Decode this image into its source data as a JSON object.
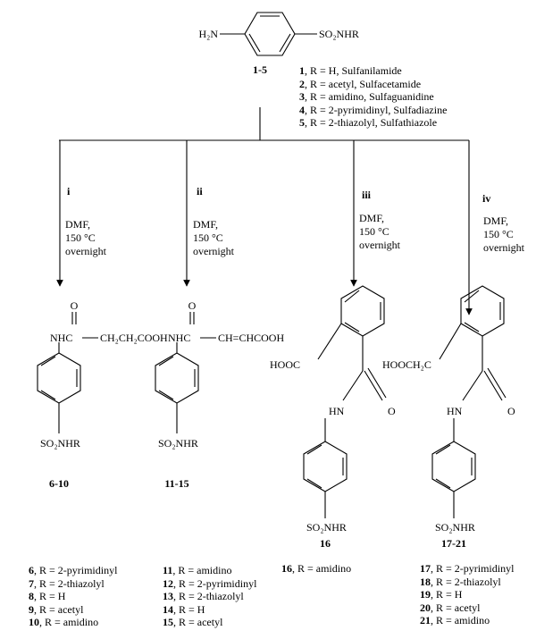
{
  "start": {
    "left_group": "H₂N",
    "right_group": "SO₂NHR",
    "code": "1-5",
    "legend": [
      {
        "num": "1",
        "text": ", R = H, Sulfanilamide"
      },
      {
        "num": "2",
        "text": ", R = acetyl, Sulfacetamide"
      },
      {
        "num": "3",
        "text": ", R = amidino, Sulfaguanidine"
      },
      {
        "num": "4",
        "text": ", R = 2-pyrimidinyl, Sulfadiazine"
      },
      {
        "num": "5",
        "text": ", R = 2-thiazolyl, Sulfathiazole"
      }
    ]
  },
  "routes": [
    {
      "step": "i",
      "solvent": "DMF,",
      "temp": "150 °C",
      "time": "overnight"
    },
    {
      "step": "ii",
      "solvent": "DMF,",
      "temp": "150 °C",
      "time": "overnight"
    },
    {
      "step": "iii",
      "solvent": "DMF,",
      "temp": "150 °C",
      "time": "overnight"
    },
    {
      "step": "iv",
      "solvent": "DMF,",
      "temp": "150 °C",
      "time": "overnight"
    }
  ],
  "products": [
    {
      "o_label": "O",
      "nh_label": "NHC",
      "chain": "CH₂CH₂COOH",
      "sulfonamide": "SO₂NHR",
      "code": "6-10",
      "legend": [
        {
          "num": "6",
          "text": ", R = 2-pyrimidinyl"
        },
        {
          "num": "7",
          "text": ", R = 2-thiazolyl"
        },
        {
          "num": "8",
          "text": ", R = H"
        },
        {
          "num": "9",
          "text": ", R = acetyl"
        },
        {
          "num": "10",
          "text": ", R = amidino"
        }
      ]
    },
    {
      "o_label": "O",
      "nh_label": "NHC",
      "chain": "CH=CHCOOH",
      "sulfonamide": "SO₂NHR",
      "code": "11-15",
      "legend": [
        {
          "num": "11",
          "text": ", R = amidino"
        },
        {
          "num": "12",
          "text": ", R = 2-pyrimidinyl"
        },
        {
          "num": "13",
          "text": ", R = 2-thiazolyl"
        },
        {
          "num": "14",
          "text": ", R = H"
        },
        {
          "num": "15",
          "text": ", R = acetyl"
        }
      ]
    },
    {
      "acid": "HOOC",
      "nh_label": "HN",
      "o_label": "O",
      "sulfonamide": "SO₂NHR",
      "code": "16",
      "legend": [
        {
          "num": "16",
          "text": ", R = amidino"
        }
      ]
    },
    {
      "acid": "HOOCH₂C",
      "nh_label": "HN",
      "o_label": "O",
      "sulfonamide": "SO₂NHR",
      "code": "17-21",
      "legend": [
        {
          "num": "17",
          "text": ", R = 2-pyrimidinyl"
        },
        {
          "num": "18",
          "text": ", R = 2-thiazolyl"
        },
        {
          "num": "19",
          "text": ", R = H"
        },
        {
          "num": "20",
          "text": ", R = acetyl"
        },
        {
          "num": "21",
          "text": ", R = amidino"
        }
      ]
    }
  ]
}
